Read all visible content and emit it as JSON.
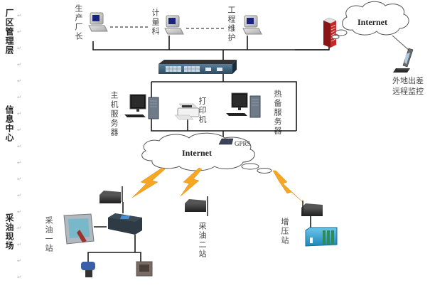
{
  "layers": {
    "management": "厂区管理层",
    "info_center": "信息中心",
    "field": "采油现场"
  },
  "management_nodes": {
    "director": "生产厂长",
    "metering": "计量科",
    "maintenance": "工程维护"
  },
  "internet_top": "Internet",
  "remote": {
    "line1": "外地出差",
    "line2": "远程监控"
  },
  "info_nodes": {
    "main_server": "主机服务器",
    "printer": "打印机",
    "backup_server": "热备服务器"
  },
  "internet_mid": "Internet",
  "gprs": "GPRS",
  "stations": {
    "station1": "采油一站",
    "station2": "采油二站",
    "booster": "增压站"
  },
  "paragraph_mark": "↵",
  "colors": {
    "line": "#1a1a1a",
    "lightning": "#f5a623",
    "firewall": "#b22222",
    "plc": "#2a9fd0"
  }
}
